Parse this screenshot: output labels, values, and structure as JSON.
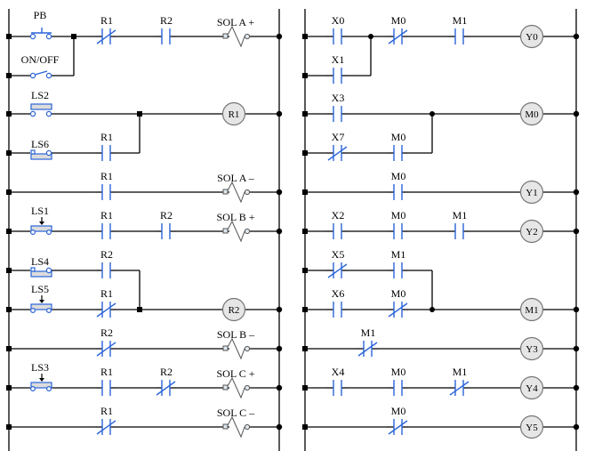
{
  "ladders": [
    {
      "name": "relay-ladder",
      "rungs": [
        {
          "label": "rung-1",
          "elements": [
            {
              "type": "pb-no",
              "label": "PB",
              "col": 0
            },
            {
              "type": "nc",
              "label": "R1",
              "col": 1
            },
            {
              "type": "no",
              "label": "R2",
              "col": 2
            },
            {
              "type": "solenoid",
              "label": "SOL A +"
            }
          ],
          "branch_to": 1,
          "branch_col": "after0"
        },
        {
          "label": "rung-1b",
          "elements": [
            {
              "type": "toggle",
              "label": "ON/OFF",
              "col": 0
            }
          ],
          "is_branch": true
        },
        {
          "label": "rung-2",
          "elements": [
            {
              "type": "ls-no-top",
              "label": "LS2",
              "col": 0
            },
            {
              "type": "coil",
              "label": "R1"
            }
          ],
          "branch_to": 3,
          "branch_col": "after1"
        },
        {
          "label": "rung-2b",
          "elements": [
            {
              "type": "ls-nc-bottom",
              "label": "LS6",
              "col": 0
            },
            {
              "type": "no",
              "label": "R1",
              "col": 1
            }
          ],
          "is_branch": true
        },
        {
          "label": "rung-3",
          "elements": [
            {
              "type": "no",
              "label": "R1",
              "col": 1
            },
            {
              "type": "solenoid",
              "label": "SOL A –"
            }
          ]
        },
        {
          "label": "rung-4",
          "elements": [
            {
              "type": "ls-arrow",
              "label": "LS1",
              "col": 0
            },
            {
              "type": "no",
              "label": "R1",
              "col": 1
            },
            {
              "type": "no",
              "label": "R2",
              "col": 2
            },
            {
              "type": "solenoid",
              "label": "SOL B +"
            }
          ]
        },
        {
          "label": "rung-5a",
          "elements": [
            {
              "type": "ls-nc-bottom",
              "label": "LS4",
              "col": 0
            },
            {
              "type": "no",
              "label": "R2",
              "col": 1
            }
          ],
          "is_branch": true,
          "branch_down": true
        },
        {
          "label": "rung-5",
          "elements": [
            {
              "type": "ls-arrow",
              "label": "LS5",
              "col": 0
            },
            {
              "type": "nc",
              "label": "R1",
              "col": 1
            },
            {
              "type": "coil",
              "label": "R2"
            }
          ]
        },
        {
          "label": "rung-6",
          "elements": [
            {
              "type": "nc",
              "label": "R2",
              "col": 1
            },
            {
              "type": "solenoid",
              "label": "SOL B –"
            }
          ]
        },
        {
          "label": "rung-7",
          "elements": [
            {
              "type": "ls-arrow",
              "label": "LS3",
              "col": 0
            },
            {
              "type": "no",
              "label": "R1",
              "col": 1
            },
            {
              "type": "nc",
              "label": "R2",
              "col": 2
            },
            {
              "type": "solenoid",
              "label": "SOL C +"
            }
          ]
        },
        {
          "label": "rung-8",
          "elements": [
            {
              "type": "nc",
              "label": "R1",
              "col": 1
            },
            {
              "type": "solenoid",
              "label": "SOL C –"
            }
          ]
        }
      ]
    },
    {
      "name": "plc-ladder",
      "rungs": [
        {
          "label": "rung-1",
          "elements": [
            {
              "type": "no",
              "label": "X0",
              "col": 0
            },
            {
              "type": "nc",
              "label": "M0",
              "col": 1
            },
            {
              "type": "no",
              "label": "M1",
              "col": 2
            },
            {
              "type": "coil",
              "label": "Y0"
            }
          ]
        },
        {
          "label": "rung-1b",
          "elements": [
            {
              "type": "no",
              "label": "X1",
              "col": 0
            }
          ],
          "is_branch": true
        },
        {
          "label": "rung-2",
          "elements": [
            {
              "type": "no",
              "label": "X3",
              "col": 0
            },
            {
              "type": "coil",
              "label": "M0"
            }
          ]
        },
        {
          "label": "rung-2b",
          "elements": [
            {
              "type": "nc",
              "label": "X7",
              "col": 0
            },
            {
              "type": "no",
              "label": "M0",
              "col": 1
            }
          ],
          "is_branch": true
        },
        {
          "label": "rung-3",
          "elements": [
            {
              "type": "no",
              "label": "M0",
              "col": 1
            },
            {
              "type": "coil",
              "label": "Y1"
            }
          ]
        },
        {
          "label": "rung-4",
          "elements": [
            {
              "type": "no",
              "label": "X2",
              "col": 0
            },
            {
              "type": "no",
              "label": "M0",
              "col": 1
            },
            {
              "type": "no",
              "label": "M1",
              "col": 2
            },
            {
              "type": "coil",
              "label": "Y2"
            }
          ]
        },
        {
          "label": "rung-5a",
          "elements": [
            {
              "type": "nc",
              "label": "X5",
              "col": 0
            },
            {
              "type": "no",
              "label": "M1",
              "col": 1
            }
          ],
          "is_branch": true,
          "branch_down": true
        },
        {
          "label": "rung-5",
          "elements": [
            {
              "type": "no",
              "label": "X6",
              "col": 0
            },
            {
              "type": "nc",
              "label": "M0",
              "col": 1
            },
            {
              "type": "coil",
              "label": "M1"
            }
          ]
        },
        {
          "label": "rung-6",
          "elements": [
            {
              "type": "nc",
              "label": "M1",
              "col": 0.5
            },
            {
              "type": "coil",
              "label": "Y3"
            }
          ]
        },
        {
          "label": "rung-7",
          "elements": [
            {
              "type": "no",
              "label": "X4",
              "col": 0
            },
            {
              "type": "no",
              "label": "M0",
              "col": 1
            },
            {
              "type": "nc",
              "label": "M1",
              "col": 2
            },
            {
              "type": "coil",
              "label": "Y4"
            }
          ]
        },
        {
          "label": "rung-8",
          "elements": [
            {
              "type": "nc",
              "label": "M0",
              "col": 1
            },
            {
              "type": "coil",
              "label": "Y5"
            }
          ]
        }
      ]
    }
  ]
}
